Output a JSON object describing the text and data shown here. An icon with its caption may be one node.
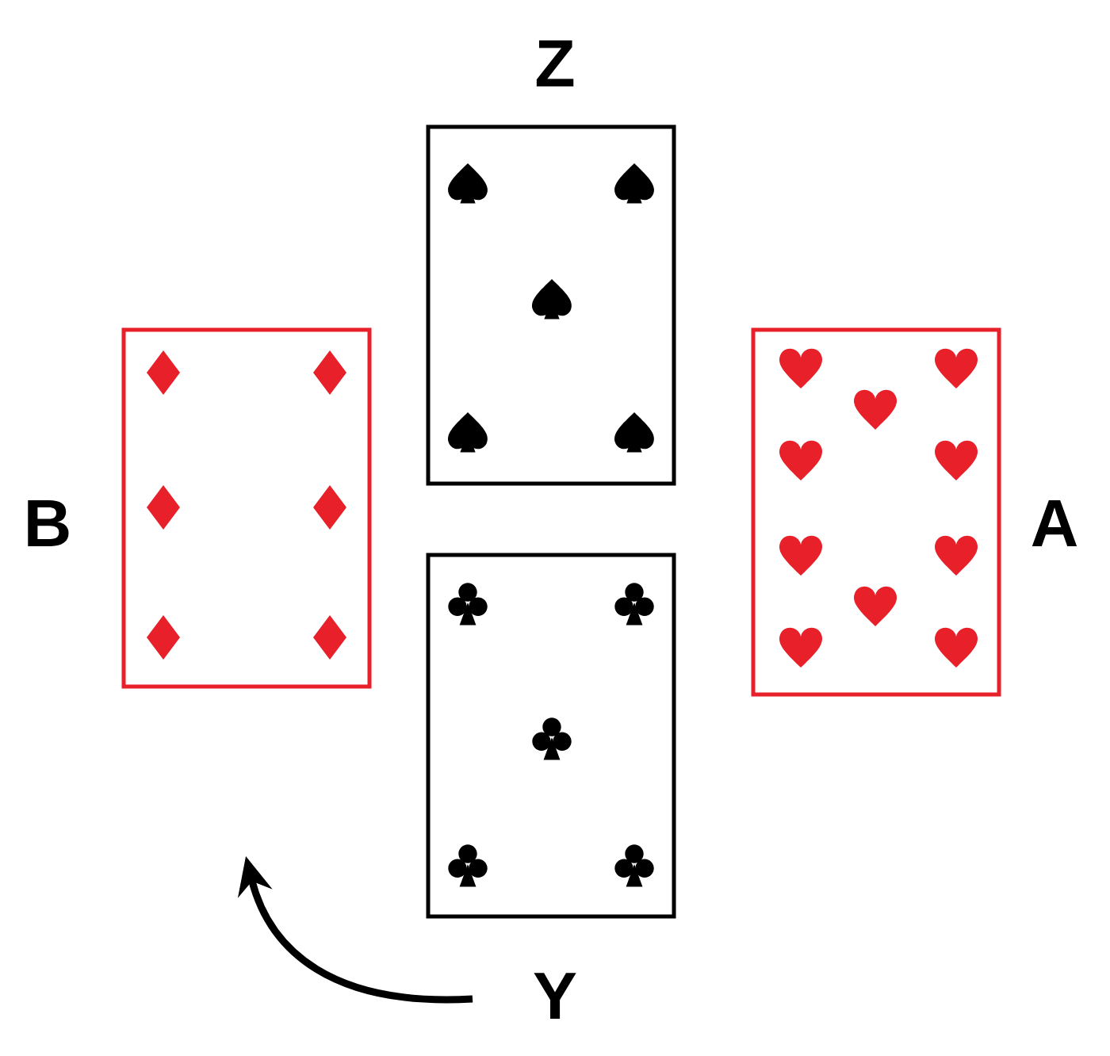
{
  "diagram": {
    "nodes": [
      {
        "text": [],
        "shape": "box",
        "beside": [
          "Z"
        ]
      },
      {
        "text": [],
        "shape": "box",
        "beside": [
          "B"
        ]
      },
      {
        "text": [],
        "shape": "box",
        "beside": [
          "A"
        ]
      },
      {
        "text": [],
        "shape": "box",
        "beside": [
          "Y"
        ]
      }
    ]
  }
}
